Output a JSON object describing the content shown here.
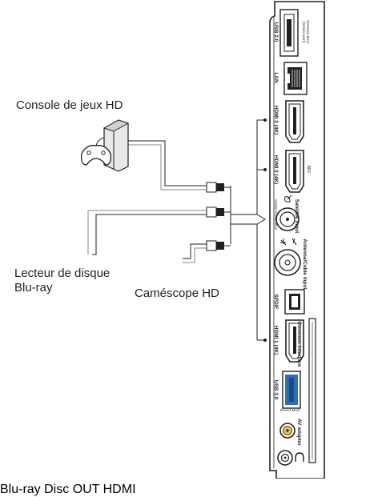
{
  "devices": {
    "game_console": "Console de jeux HD",
    "bluray_player_line1": "Lecteur de disque",
    "bluray_player_line2": "Blu-ray",
    "camcorder": "Caméscope HD",
    "bluray_logo_text": "Blu-ray Disc"
  },
  "panel": {
    "usb2_label": "USB 2.0",
    "usb2_note_line1": "(Service port)",
    "usb2_note_line2": "5V⎓0.5A MAX",
    "lan_label": "LAN",
    "hdmi3_label": "HDMI 3 (4K)",
    "hdmi2_label": "HDMI 2 (4K)",
    "hdmi2_note": "ARC",
    "satellite_label": "Satellite input",
    "satellite_note": "13/18V ⎓ 0.4A MAX",
    "antenna_label": "Antenna/Cable input",
    "spdif_label": "SPDIF",
    "hdmi1_label": "HDMI 1 (4K)",
    "common_interface_label": "Common interface",
    "usb3_label": "USB 3.0",
    "usb3_note": "5V⎓1A MAX",
    "av_adapter_label": "AV adapter",
    "player_port_label_out": "OUT",
    "player_port_label_hdmi": "HDMI"
  },
  "icons": [
    "game-console-icon",
    "bluray-player-icon",
    "camcorder-icon",
    "cam-module-icon",
    "headphones-icon",
    "satellite-dish-icon",
    "antenna-icon"
  ]
}
